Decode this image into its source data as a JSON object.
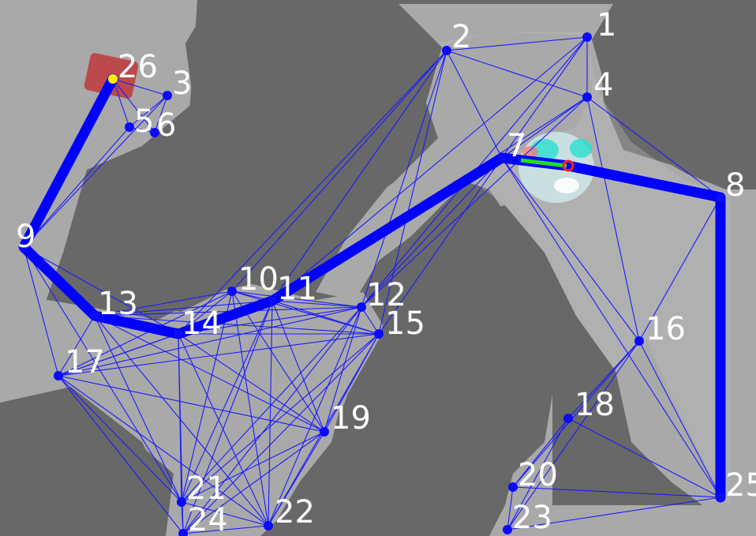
{
  "map": {
    "colors": {
      "obstacle": "#686868",
      "free": "#a9a9a9",
      "free_light": "#bdbdbd",
      "graph_edge": "#1a1aff",
      "path": "#0000ff",
      "node": "#0a0aff",
      "start_node": "#ffee00",
      "goal_marker": "#c0383c",
      "robot_heading": "#22dd22",
      "robot_center": "#ff2020"
    },
    "icons": {
      "goal": "red-square-goal-icon",
      "robot": "robot-car-icon"
    },
    "nodes": [
      {
        "id": "1",
        "label": "1"
      },
      {
        "id": "2",
        "label": "2"
      },
      {
        "id": "3",
        "label": "3"
      },
      {
        "id": "4",
        "label": "4"
      },
      {
        "id": "5",
        "label": "5"
      },
      {
        "id": "6",
        "label": "6"
      },
      {
        "id": "7",
        "label": "7"
      },
      {
        "id": "8",
        "label": "8"
      },
      {
        "id": "9",
        "label": "9"
      },
      {
        "id": "10",
        "label": "10"
      },
      {
        "id": "11",
        "label": "11"
      },
      {
        "id": "12",
        "label": "12"
      },
      {
        "id": "13",
        "label": "13"
      },
      {
        "id": "14",
        "label": "14"
      },
      {
        "id": "15",
        "label": "15"
      },
      {
        "id": "16",
        "label": "16"
      },
      {
        "id": "17",
        "label": "17"
      },
      {
        "id": "18",
        "label": "18"
      },
      {
        "id": "19",
        "label": "19"
      },
      {
        "id": "20",
        "label": "20"
      },
      {
        "id": "21",
        "label": "21"
      },
      {
        "id": "22",
        "label": "22"
      },
      {
        "id": "23",
        "label": "23"
      },
      {
        "id": "24",
        "label": "24"
      },
      {
        "id": "25",
        "label": "25"
      },
      {
        "id": "26",
        "label": "26"
      }
    ],
    "edges": [
      [
        "1",
        "2"
      ],
      [
        "1",
        "4"
      ],
      [
        "1",
        "7"
      ],
      [
        "1",
        "11"
      ],
      [
        "1",
        "12"
      ],
      [
        "2",
        "4"
      ],
      [
        "2",
        "7"
      ],
      [
        "2",
        "11"
      ],
      [
        "2",
        "12"
      ],
      [
        "2",
        "15"
      ],
      [
        "2",
        "14"
      ],
      [
        "2",
        "10"
      ],
      [
        "4",
        "7"
      ],
      [
        "4",
        "8"
      ],
      [
        "4",
        "16"
      ],
      [
        "4",
        "11"
      ],
      [
        "4",
        "12"
      ],
      [
        "26",
        "3"
      ],
      [
        "26",
        "5"
      ],
      [
        "26",
        "6"
      ],
      [
        "3",
        "5"
      ],
      [
        "3",
        "6"
      ],
      [
        "5",
        "6"
      ],
      [
        "5",
        "9"
      ],
      [
        "3",
        "9"
      ],
      [
        "9",
        "13"
      ],
      [
        "9",
        "17"
      ],
      [
        "9",
        "14"
      ],
      [
        "9",
        "21"
      ],
      [
        "7",
        "16"
      ],
      [
        "7",
        "25"
      ],
      [
        "7",
        "11"
      ],
      [
        "7",
        "12"
      ],
      [
        "7",
        "15"
      ],
      [
        "7",
        "8"
      ],
      [
        "8",
        "16"
      ],
      [
        "8",
        "25"
      ],
      [
        "16",
        "25"
      ],
      [
        "16",
        "18"
      ],
      [
        "16",
        "20"
      ],
      [
        "16",
        "23"
      ],
      [
        "18",
        "20"
      ],
      [
        "18",
        "23"
      ],
      [
        "18",
        "25"
      ],
      [
        "20",
        "23"
      ],
      [
        "20",
        "25"
      ],
      [
        "23",
        "25"
      ],
      [
        "10",
        "13"
      ],
      [
        "10",
        "14"
      ],
      [
        "10",
        "17"
      ],
      [
        "10",
        "19"
      ],
      [
        "10",
        "21"
      ],
      [
        "10",
        "22"
      ],
      [
        "10",
        "12"
      ],
      [
        "10",
        "15"
      ],
      [
        "10",
        "11"
      ],
      [
        "11",
        "13"
      ],
      [
        "11",
        "17"
      ],
      [
        "11",
        "19"
      ],
      [
        "11",
        "21"
      ],
      [
        "11",
        "22"
      ],
      [
        "11",
        "24"
      ],
      [
        "11",
        "15"
      ],
      [
        "11",
        "12"
      ],
      [
        "11",
        "14"
      ],
      [
        "12",
        "13"
      ],
      [
        "12",
        "14"
      ],
      [
        "12",
        "17"
      ],
      [
        "12",
        "19"
      ],
      [
        "12",
        "21"
      ],
      [
        "12",
        "22"
      ],
      [
        "12",
        "24"
      ],
      [
        "12",
        "15"
      ],
      [
        "13",
        "14"
      ],
      [
        "13",
        "17"
      ],
      [
        "13",
        "19"
      ],
      [
        "13",
        "21"
      ],
      [
        "13",
        "22"
      ],
      [
        "13",
        "15"
      ],
      [
        "14",
        "17"
      ],
      [
        "14",
        "19"
      ],
      [
        "14",
        "21"
      ],
      [
        "14",
        "22"
      ],
      [
        "14",
        "24"
      ],
      [
        "14",
        "15"
      ],
      [
        "15",
        "17"
      ],
      [
        "15",
        "19"
      ],
      [
        "15",
        "21"
      ],
      [
        "15",
        "22"
      ],
      [
        "15",
        "24"
      ],
      [
        "17",
        "19"
      ],
      [
        "17",
        "21"
      ],
      [
        "17",
        "22"
      ],
      [
        "17",
        "24"
      ],
      [
        "19",
        "21"
      ],
      [
        "19",
        "22"
      ],
      [
        "19",
        "24"
      ],
      [
        "21",
        "22"
      ],
      [
        "21",
        "24"
      ],
      [
        "22",
        "24"
      ]
    ],
    "path": [
      "26",
      "9",
      "13",
      "14",
      "11",
      "7",
      "robot",
      "8",
      "25"
    ]
  }
}
